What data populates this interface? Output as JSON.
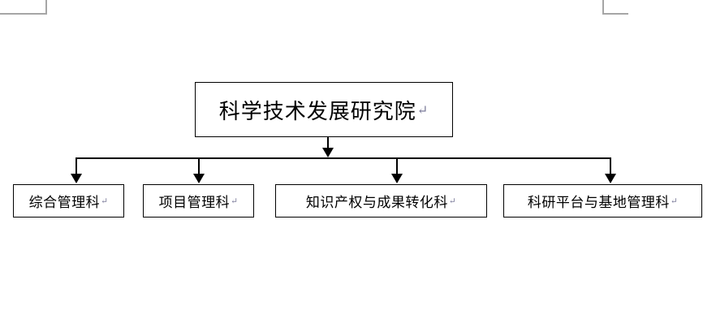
{
  "diagram": {
    "type": "organization-chart",
    "orientation": "top-down",
    "line_color": "#000000",
    "box_border_color": "#000000",
    "box_fill_color": "#ffffff",
    "background_color": "#ffffff",
    "margin_guide_color": "#a6a6a6",
    "paragraph_mark": "↵",
    "root": {
      "label": "科学技术发展研究院",
      "mark": "↵"
    },
    "children": [
      {
        "label": "综合管理科",
        "mark": "↵"
      },
      {
        "label": "项目管理科",
        "mark": "↵"
      },
      {
        "label": "知识产权与成果转化科",
        "mark": "↵"
      },
      {
        "label": "科研平台与基地管理科",
        "mark": "↵"
      }
    ]
  }
}
